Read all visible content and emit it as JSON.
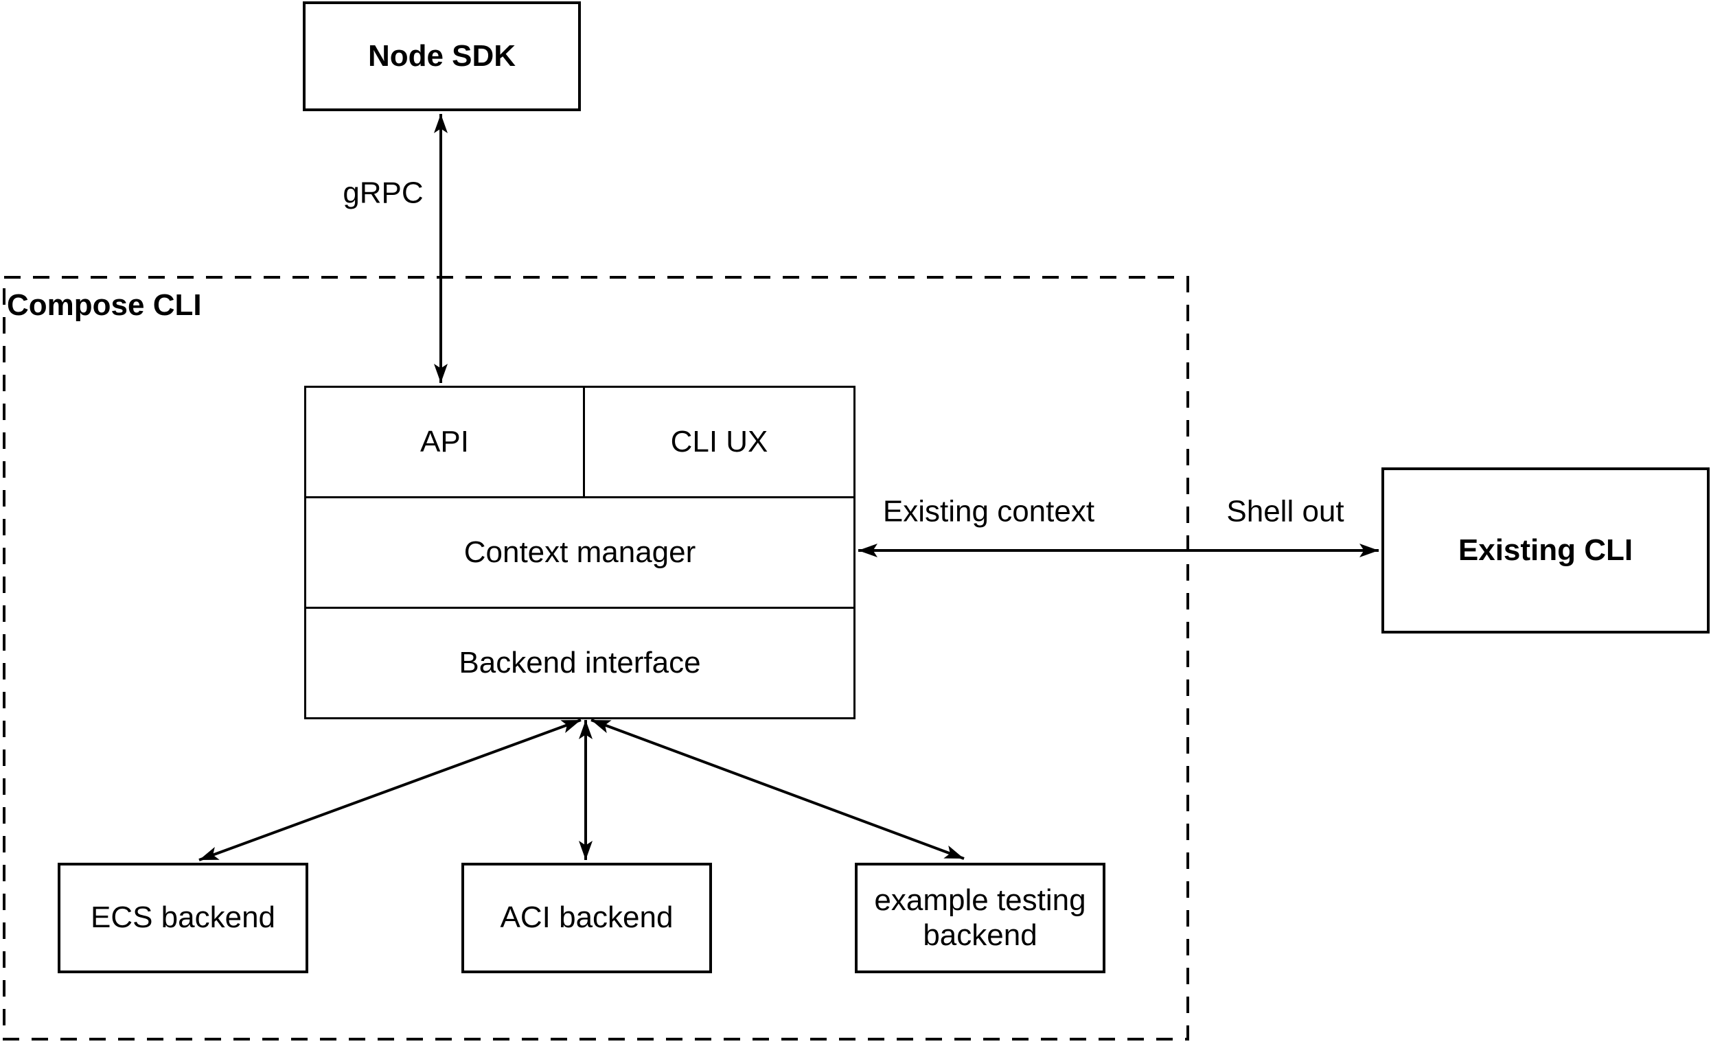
{
  "nodes": {
    "node_sdk": "Node SDK",
    "container_label": "Compose CLI",
    "api": "API",
    "cli_ux": "CLI UX",
    "context_manager": "Context manager",
    "backend_interface": "Backend interface",
    "ecs_backend": "ECS backend",
    "aci_backend": "ACI backend",
    "example_testing_backend": "example testing backend",
    "existing_cli": "Existing CLI"
  },
  "edges": {
    "grpc_label": "gRPC",
    "existing_context_label": "Existing context",
    "shell_out_label": "Shell out"
  },
  "colors": {
    "stroke": "#000000",
    "background": "#ffffff",
    "text": "#000000"
  }
}
